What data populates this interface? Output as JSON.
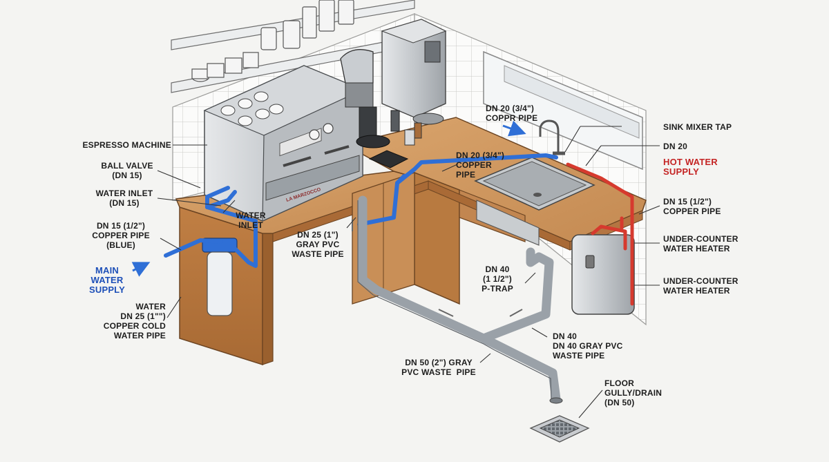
{
  "labels": {
    "espresso_machine": "ESPRESSO MACHINE",
    "ball_valve": "BALL VALVE\n(DN 15)",
    "water_inlet_left": "WATER INLET\n(DN 15)",
    "water_inlet_mid": "WATER\nINLET",
    "dn15_copper_blue": "DN 15 (1/2\")\nCOPPER PIPE\n(BLUE)",
    "main_water_supply": "MAIN\nWATER\nSUPPLY",
    "dn25_cold_water": "WATER\nDN 25 (1\"\")\nCOPPER COLD\nWATER PIPE",
    "dn25_gray_pvc": "DN 25 (1\")\nGRAY PVC\nWASTE PIPE",
    "dn20_coppr_top": "DN 20 (3/4\")\nCOPPR PIPE",
    "dn20_copper_mid": "DN 20 (3/4\")\nCOPPER\nPIPE",
    "sink_mixer_tap": "SINK MIXER TAP",
    "dn20_right": "DN 20",
    "hot_water_supply": "HOT WATER\nSUPPLY",
    "dn15_copper_right": "DN 15 (1/2\")\nCOPPER PIPE",
    "heater_1": "UNDER-COUNTER\nWATER HEATER",
    "heater_2": "UNDER-COUNTER\nWATER HEATER",
    "p_trap": "DN 40\n(1 1/2\")\nP-TRAP",
    "dn40_gray_pvc": "DN 40\nDN 40 GRAY PVC\nWASTE PIPE",
    "dn50_gray_pvc": "DN 50 (2\") GRAY\nPVC WASTE  PIPE",
    "floor_gully": "FLOOR\nGULLY/DRAIN\n(DN 50)"
  },
  "machine_badge": "LA MARZOCCO",
  "colors": {
    "cold_pipe": "#2f6fd6",
    "hot_pipe": "#d63a2e",
    "waste_pipe": "#9aa1a8",
    "wood": "#c98f57",
    "steel": "#c9ccd0"
  },
  "icons": [
    "espresso-machine-icon",
    "grinder-icon",
    "water-boiler-icon",
    "sink-icon",
    "mixer-tap-icon",
    "water-heater-icon",
    "water-filter-icon",
    "floor-drain-icon",
    "cup-icon"
  ]
}
